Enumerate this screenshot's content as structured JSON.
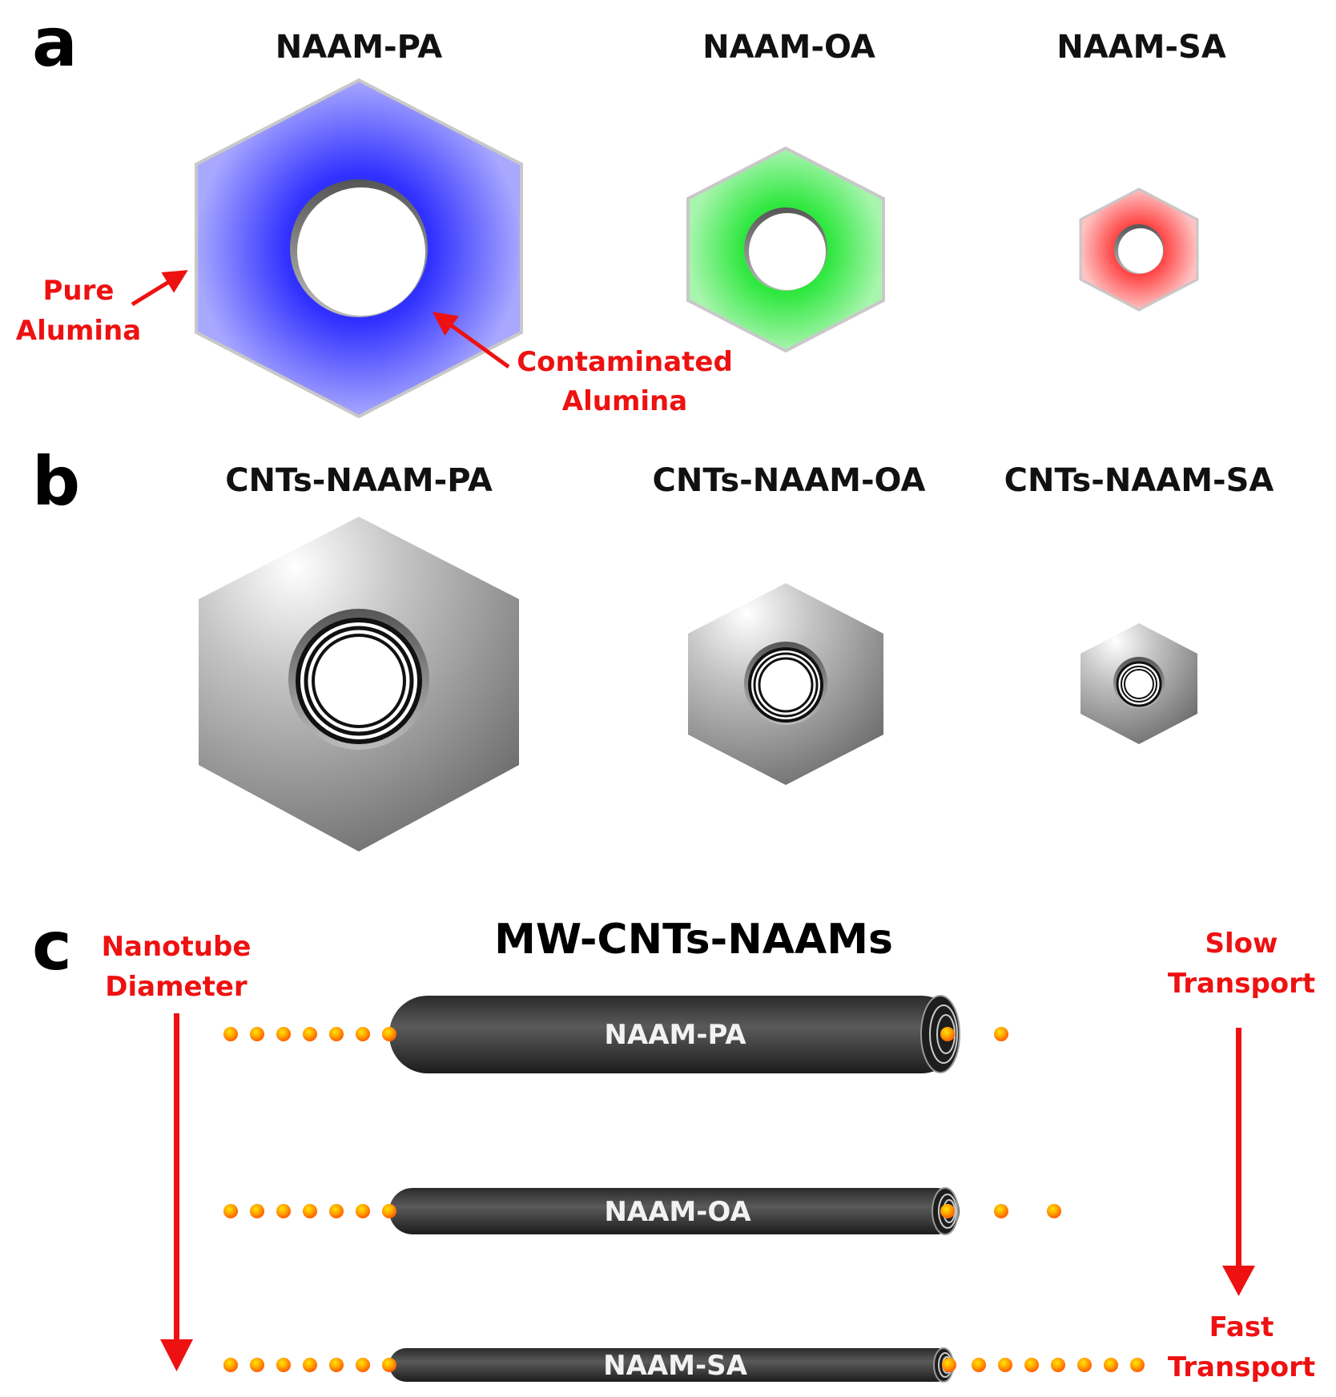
{
  "panel_a": {
    "letter": "a",
    "titles": [
      "NAAM-PA",
      "NAAM-OA",
      "NAAM-SA"
    ],
    "pure_label": [
      "Pure",
      "Alumina"
    ],
    "contaminated_label": [
      "Contaminated",
      "Alumina"
    ]
  },
  "panel_b": {
    "letter": "b",
    "titles": [
      "CNTs-NAAM-PA",
      "CNTs-NAAM-OA",
      "CNTs-NAAM-SA"
    ]
  },
  "panel_c": {
    "letter": "c",
    "title": "MW-CNTs-NAAMs",
    "left_label": [
      "Nanotube",
      "Diameter"
    ],
    "right_top": [
      "Slow",
      "Transport"
    ],
    "right_bottom": [
      "Fast",
      "Transport"
    ],
    "tubes": [
      "NAAM-PA",
      "NAAM-OA",
      "NAAM-SA"
    ]
  },
  "colors": {
    "pa": "#2222ff",
    "oa": "#22dd33",
    "sa": "#ff3b3b",
    "annotation": "#ee1111",
    "particle": "#ff8800"
  }
}
